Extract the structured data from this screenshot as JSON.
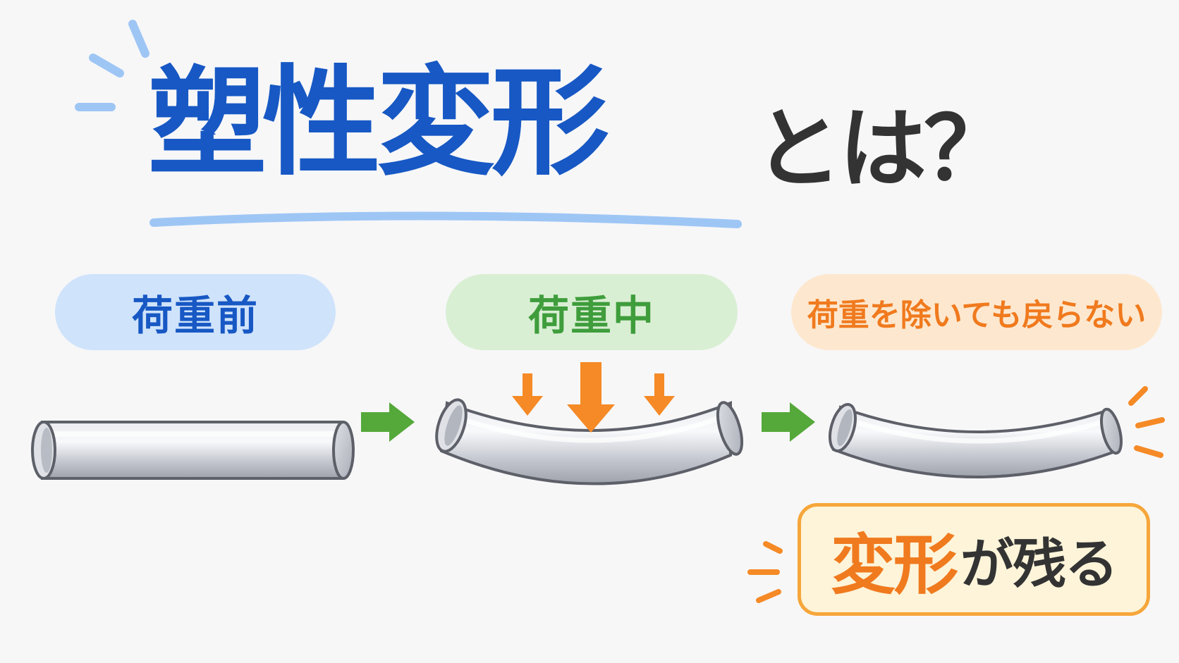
{
  "title": {
    "main": "塑性変形",
    "suffix": "とは？"
  },
  "stages": [
    {
      "label": "荷重前"
    },
    {
      "label": "荷重中"
    },
    {
      "label": "荷重を除いても戻らない"
    }
  ],
  "callout": {
    "strong": "変形",
    "rest": "が残る"
  },
  "colors": {
    "title_blue": "#1758c4",
    "accent_light_blue": "#9ec6f5",
    "arrow_green": "#55a83a",
    "load_orange": "#f58a26",
    "pipe_gray": "#c9ccd3"
  }
}
